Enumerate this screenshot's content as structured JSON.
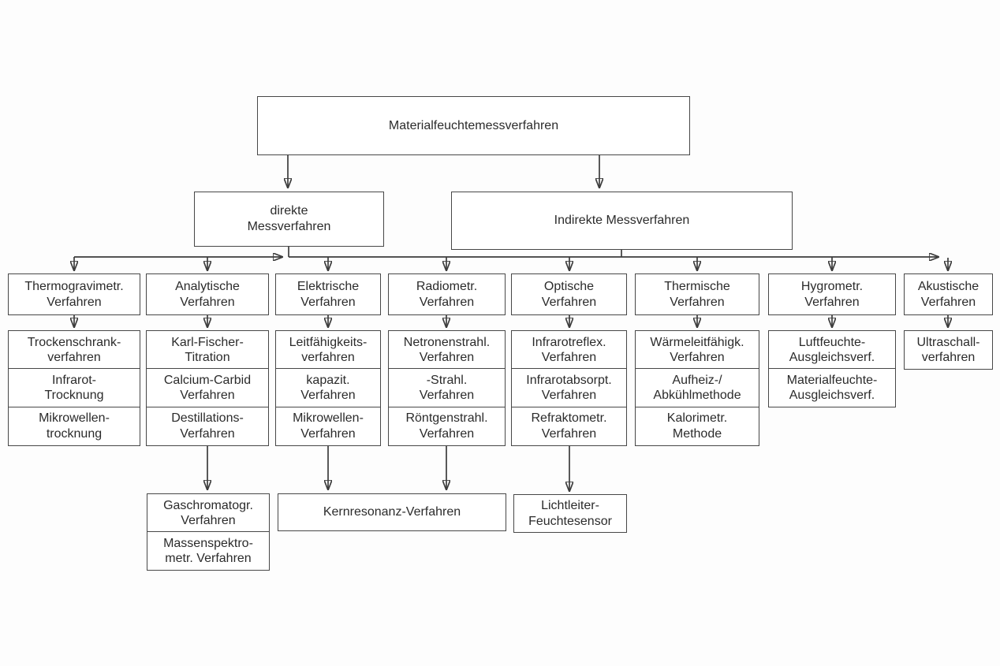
{
  "diagram": {
    "root": {
      "label": "Materialfeuchtemessverfahren"
    },
    "level1": {
      "direct": {
        "label": "direkte\nMessverfahren"
      },
      "indirect": {
        "label": "Indirekte Messverfahren"
      }
    },
    "columns": [
      {
        "header": "Thermogravimetr.\nVerfahren",
        "items": [
          "Trockenschrank-\nverfahren",
          "Infrarot-\nTrocknung",
          "Mikrowellen-\ntrocknung"
        ]
      },
      {
        "header": "Analytische\nVerfahren",
        "items": [
          "Karl-Fischer-\nTitration",
          "Calcium-Carbid\nVerfahren",
          "Destillations-\nVerfahren"
        ]
      },
      {
        "header": "Elektrische\nVerfahren",
        "items": [
          "Leitfähigkeits-\nverfahren",
          "kapazit.\nVerfahren",
          "Mikrowellen-\nVerfahren"
        ]
      },
      {
        "header": "Radiometr.\nVerfahren",
        "items": [
          "Netronenstrahl.\nVerfahren",
          "-Strahl.\nVerfahren",
          "Röntgenstrahl.\nVerfahren"
        ]
      },
      {
        "header": "Optische\nVerfahren",
        "items": [
          "Infrarotreflex.\nVerfahren",
          "Infrarotabsorpt.\nVerfahren",
          "Refraktometr.\nVerfahren"
        ]
      },
      {
        "header": "Thermische\nVerfahren",
        "items": [
          "Wärmeleitfähigk.\nVerfahren",
          "Aufheiz-/\nAbkühlmethode",
          "Kalorimetr.\nMethode"
        ]
      },
      {
        "header": "Hygrometr.\nVerfahren",
        "items": [
          "Luftfeuchte-\nAusgleichsverf.",
          "Materialfeuchte-\nAusgleichsverf."
        ]
      },
      {
        "header": "Akustische\nVerfahren",
        "items": [
          "Ultraschall-\nverfahren"
        ]
      }
    ],
    "level3": {
      "gas_stack": {
        "items": [
          "Gaschromatogr.\nVerfahren",
          "Massenspektro-\nmetr. Verfahren"
        ]
      },
      "kernresonanz": {
        "label": "Kernresonanz-Verfahren"
      },
      "lichtleiter": {
        "label": "Lichtleiter-\nFeuchtesensor"
      }
    },
    "colors": {
      "line": "#3c3c3c",
      "border": "#474747",
      "text": "#2b2b2b",
      "background": "#fdfdfd"
    }
  }
}
